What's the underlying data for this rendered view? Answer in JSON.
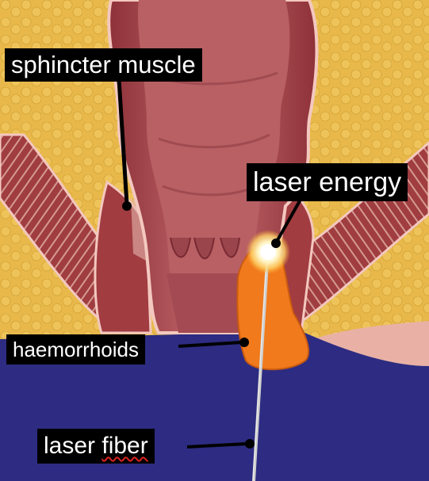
{
  "labels": {
    "sphincter_muscle": "sphincter muscle",
    "laser_energy": "laser energy",
    "haemorrhoids": "haemorrhoids",
    "laser_fiber_word1": "laser",
    "laser_fiber_word2": "fiber"
  },
  "colors": {
    "fat": "#e8b94a",
    "rectum_wall": "#a8444b",
    "rectum_inner": "#b86064",
    "muscle": "#a03d40",
    "muscle_stripe": "#d59a92",
    "lumen_blue": "#2d2c82",
    "haemorrhoid_orange": "#f07a1c",
    "laser_glow": "#ffffff",
    "fiber": "#c9c9c9",
    "label_bg": "#000000",
    "label_text": "#ffffff"
  }
}
